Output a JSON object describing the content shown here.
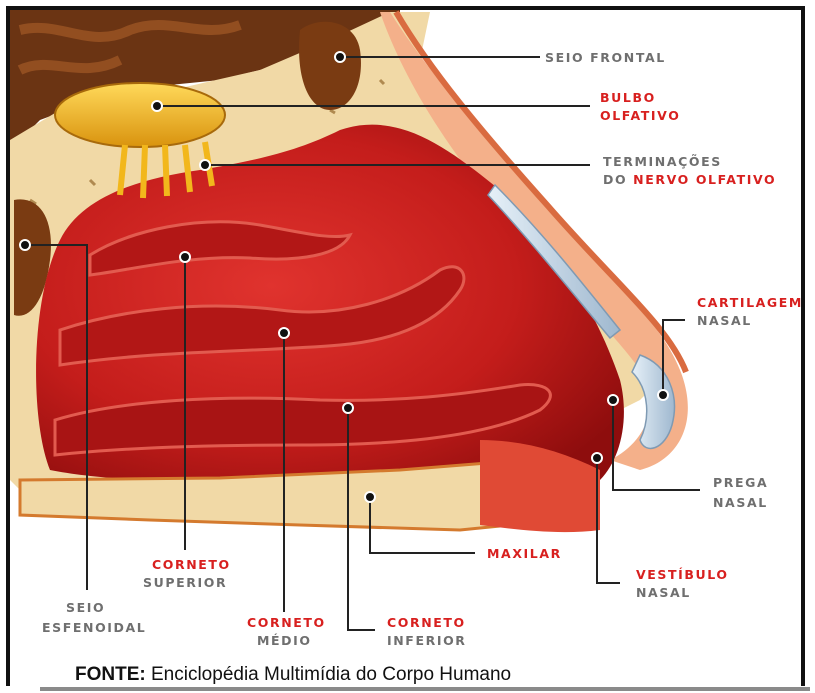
{
  "labels": {
    "seio_frontal": "SEIO FRONTAL",
    "bulbo_olfativo_1": "BULBO",
    "bulbo_olfativo_2": "OLFATIVO",
    "terminacoes_1": "TERMINAÇÕES",
    "terminacoes_2_prefix": "DO",
    "terminacoes_2_highlight": "NERVO OLFATIVO",
    "cartilagem_1": "CARTILAGEM",
    "cartilagem_2": "NASAL",
    "prega_1": "PREGA",
    "prega_2": "NASAL",
    "vestibulo_1": "VESTÍBULO",
    "vestibulo_2": "NASAL",
    "maxilar": "MAXILAR",
    "corneto_superior_1": "CORNETO",
    "corneto_superior_2": "SUPERIOR",
    "seio_esfenoidal_1": "SEIO",
    "seio_esfenoidal_2": "ESFENOIDAL",
    "corneto_medio_1": "CORNETO",
    "corneto_medio_2": "MÉDIO",
    "corneto_inferior_1": "CORNETO",
    "corneto_inferior_2": "INFERIOR"
  },
  "source": {
    "prefix": "FONTE:",
    "text": " Enciclopédia Multimídia do Corpo Humano"
  },
  "colors": {
    "label_gray": "#6f6f6f",
    "label_red": "#d8201f",
    "tissue_red": "#c81e1c",
    "bone": "#f1d9a6",
    "bulb": "#f2b71c",
    "cartilage": "#c9dcec"
  }
}
